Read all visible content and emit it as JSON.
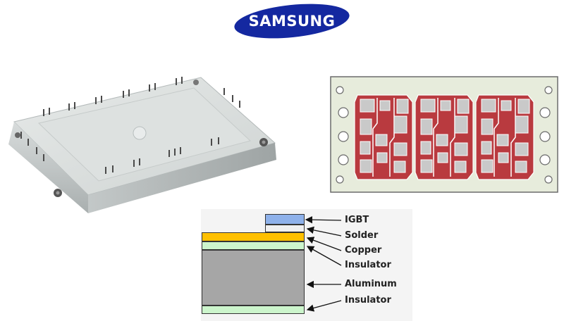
{
  "logo": {
    "text": "SAMSUNG",
    "color": "#1428a0"
  },
  "layers": {
    "igbt": {
      "label": "IGBT",
      "color": "#8eb1ea"
    },
    "solder": {
      "label": "Solder",
      "color": "#f0f0f0"
    },
    "copper": {
      "label": "Copper",
      "color": "#ffc000"
    },
    "insulator_top": {
      "label": "Insulator",
      "color": "#ccf5cc"
    },
    "aluminum": {
      "label": "Aluminum",
      "color": "#a6a6a6"
    },
    "insulator_bottom": {
      "label": "Insulator",
      "color": "#ccf5cc"
    }
  },
  "substrate": {
    "plate_color": "#e7ecdc",
    "pad_color": "#b93a3f",
    "die_color": "#c9c9c9"
  }
}
